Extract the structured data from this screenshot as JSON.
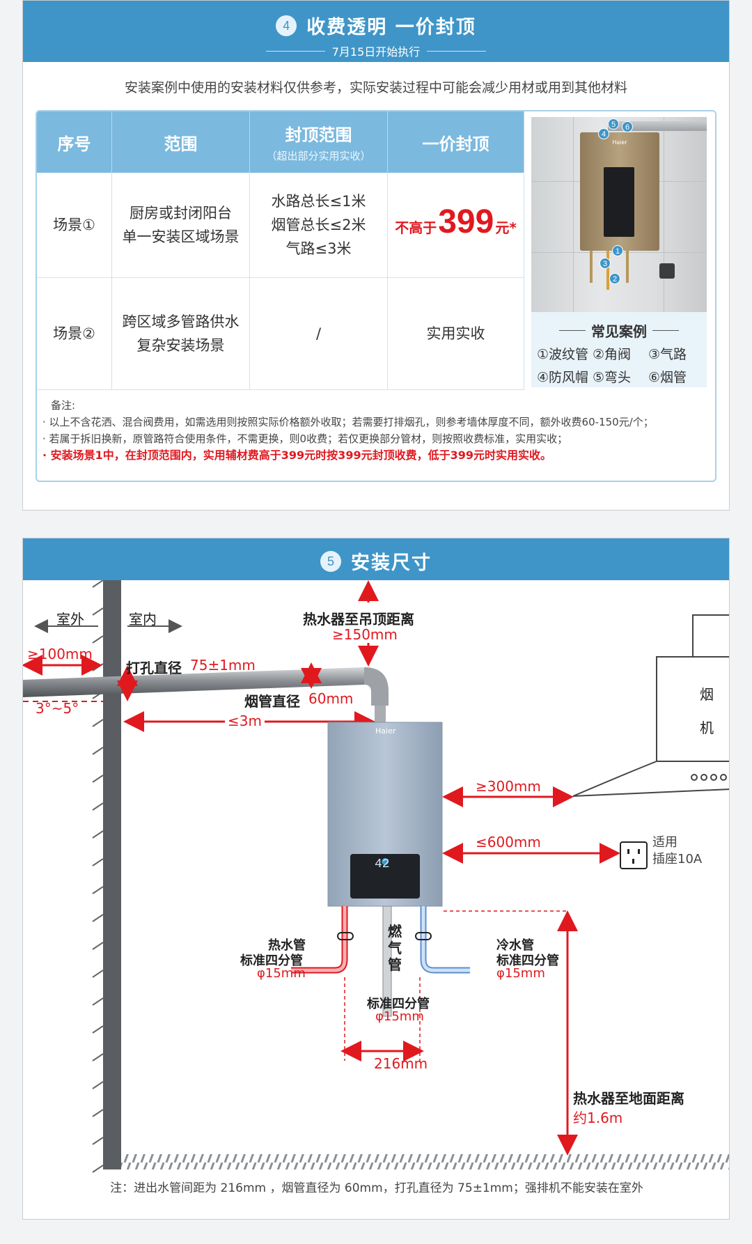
{
  "pricing": {
    "section_number": "4",
    "title": "收费透明  一价封顶",
    "subtitle": "7月15日开始执行",
    "intro": "安装案例中使用的安装材料仅供参考，实际安装过程中可能会减少用材或用到其他材料",
    "headers": {
      "index": "序号",
      "scope": "范围",
      "cap_scope": "封顶范围",
      "cap_scope_note": "（超出部分实用实收）",
      "one_price": "一价封顶"
    },
    "rows": [
      {
        "index": "场景①",
        "scope_lines": [
          "厨房或封闭阳台",
          "单一安装区域场景"
        ],
        "cap_lines": [
          "水路总长≤1米",
          "烟管总长≤2米",
          "气路≤3米"
        ],
        "price_prefix": "不高于",
        "price_value": "399",
        "price_suffix": "元",
        "price_mark": "*"
      },
      {
        "index": "场景②",
        "scope_lines": [
          "跨区域多管路供水",
          "复杂安装场景"
        ],
        "cap_lines": [
          "/"
        ],
        "price_text": "实用实收"
      }
    ],
    "cases": {
      "title": "常见案例",
      "items": [
        "①波纹管",
        "②角阀",
        "③气路",
        "④防风帽",
        "⑤弯头",
        "⑥烟管"
      ],
      "photo_brand": "Haier",
      "photo_badges": [
        "1",
        "2",
        "3",
        "4",
        "5",
        "6"
      ]
    },
    "notes": {
      "head": "备注:",
      "lines": [
        "· 以上不含花洒、混合阀费用，如需选用则按照实际价格额外收取；若需要打排烟孔，则参考墙体厚度不同，额外收费60-150元/个；",
        "· 若属于拆旧换新，原管路符合使用条件，不需更换，则0收费；若仅更换部分管材，则按照收费标准，实用实收；"
      ],
      "highlight": "· 安装场景1中，在封顶范围内，实用辅材费高于399元时按399元封顶收费，低于399元时实用实收。"
    }
  },
  "install": {
    "section_number": "5",
    "title": "安装尺寸",
    "labels": {
      "outdoor": "室外",
      "indoor": "室内",
      "ceiling": "热水器至吊顶距离",
      "ceiling_value": "≥150mm",
      "wall_out": "≥100mm",
      "hole": "打孔直径",
      "hole_value": "75±1mm",
      "flue": "烟管直径",
      "flue_value": "60mm",
      "slope": "3°~5°",
      "length": "≤3m",
      "heater_brand": "Haier",
      "display": "42",
      "hood_line1": "烟",
      "hood_line2": "机",
      "hood_distance": "≥300mm",
      "socket_distance": "≤600mm",
      "socket_line1": "适用",
      "socket_line2": "插座10A",
      "hot_pipe": "热水管",
      "hot_std": "标准四分管",
      "hot_dia": "φ15mm",
      "gas_pipe_1": "燃",
      "gas_pipe_2": "气",
      "gas_pipe_3": "管",
      "gas_std": "标准四分管",
      "gas_dia": "φ15mm",
      "cold_pipe": "冷水管",
      "cold_std": "标准四分管",
      "cold_dia": "φ15mm",
      "pipe_spacing": "216mm",
      "floor": "热水器至地面距离",
      "floor_value": "约1.6m"
    },
    "footnote": "注：进出水管间距为 216mm ，烟管直径为 60mm，打孔直径为 75±1mm；强排机不能安装在室外"
  }
}
